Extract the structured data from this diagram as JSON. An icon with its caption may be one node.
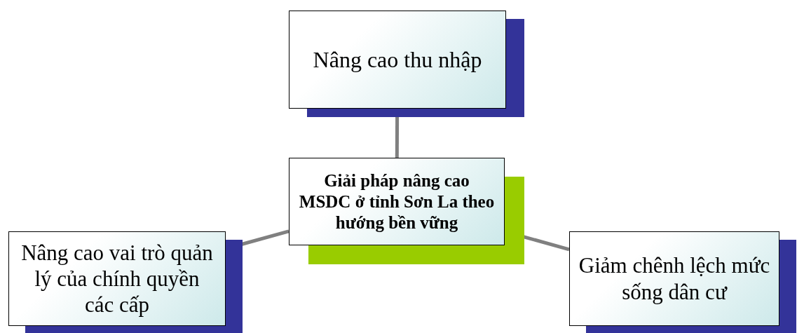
{
  "diagram": {
    "nodes": [
      {
        "text": [
          "Nâng cao thu nhập"
        ]
      },
      {
        "text": [
          "Giải pháp nâng cao MSDC ở tỉnh Sơn La theo hướng bền vững"
        ]
      },
      {
        "text": [
          "Nâng cao vai trò quản lý của chính quyền các cấp"
        ]
      },
      {
        "text": [
          "Giảm chênh lệch mức sống dân cư"
        ]
      }
    ],
    "edges": [
      {
        "from": 1,
        "to": 0,
        "arrow": "none"
      },
      {
        "from": 1,
        "to": 2,
        "arrow": "none"
      },
      {
        "from": 1,
        "to": 3,
        "arrow": "none"
      }
    ]
  }
}
